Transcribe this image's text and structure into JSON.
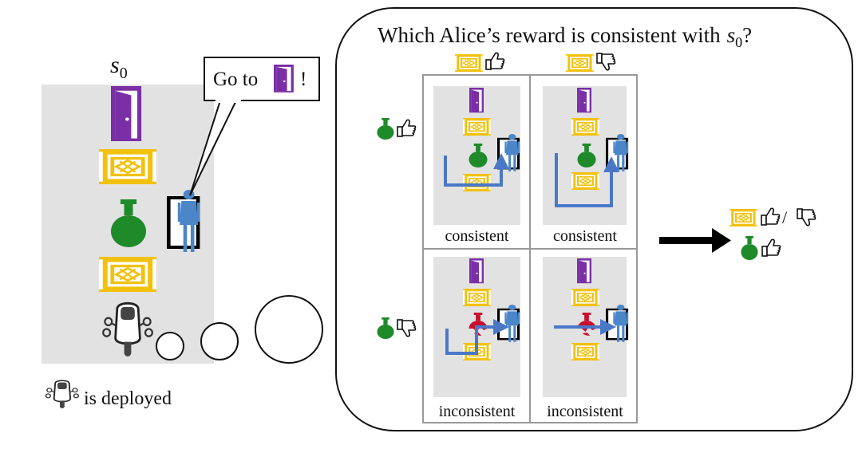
{
  "left": {
    "state_label": "s",
    "state_subscript": "0",
    "speech_prefix": "Go to",
    "speech_suffix": "!",
    "deployed_text": "is deployed"
  },
  "right": {
    "question_prefix": "Which Alice’s reward is consistent with",
    "question_var": "s",
    "question_sub": "0",
    "question_suffix": "?",
    "cells": [
      {
        "label": "consistent",
        "vase_color": "green"
      },
      {
        "label": "consistent",
        "vase_color": "green"
      },
      {
        "label": "inconsistent",
        "vase_color": "red"
      },
      {
        "label": "inconsistent",
        "vase_color": "red"
      }
    ],
    "result_slash": "/"
  },
  "colors": {
    "door": "#7b2fa6",
    "rug": "#f2c10e",
    "vase_green": "#1f8a2a",
    "vase_red": "#c8102e",
    "person": "#4a86c8",
    "path": "#4a78c8",
    "panel_bg": "#e2e2e2",
    "arrow": "#000000"
  },
  "icons": [
    "door-icon",
    "rug-icon",
    "vase-icon",
    "person-icon",
    "robot-icon",
    "thumbs-up-icon",
    "thumbs-down-icon",
    "arrow-icon"
  ]
}
